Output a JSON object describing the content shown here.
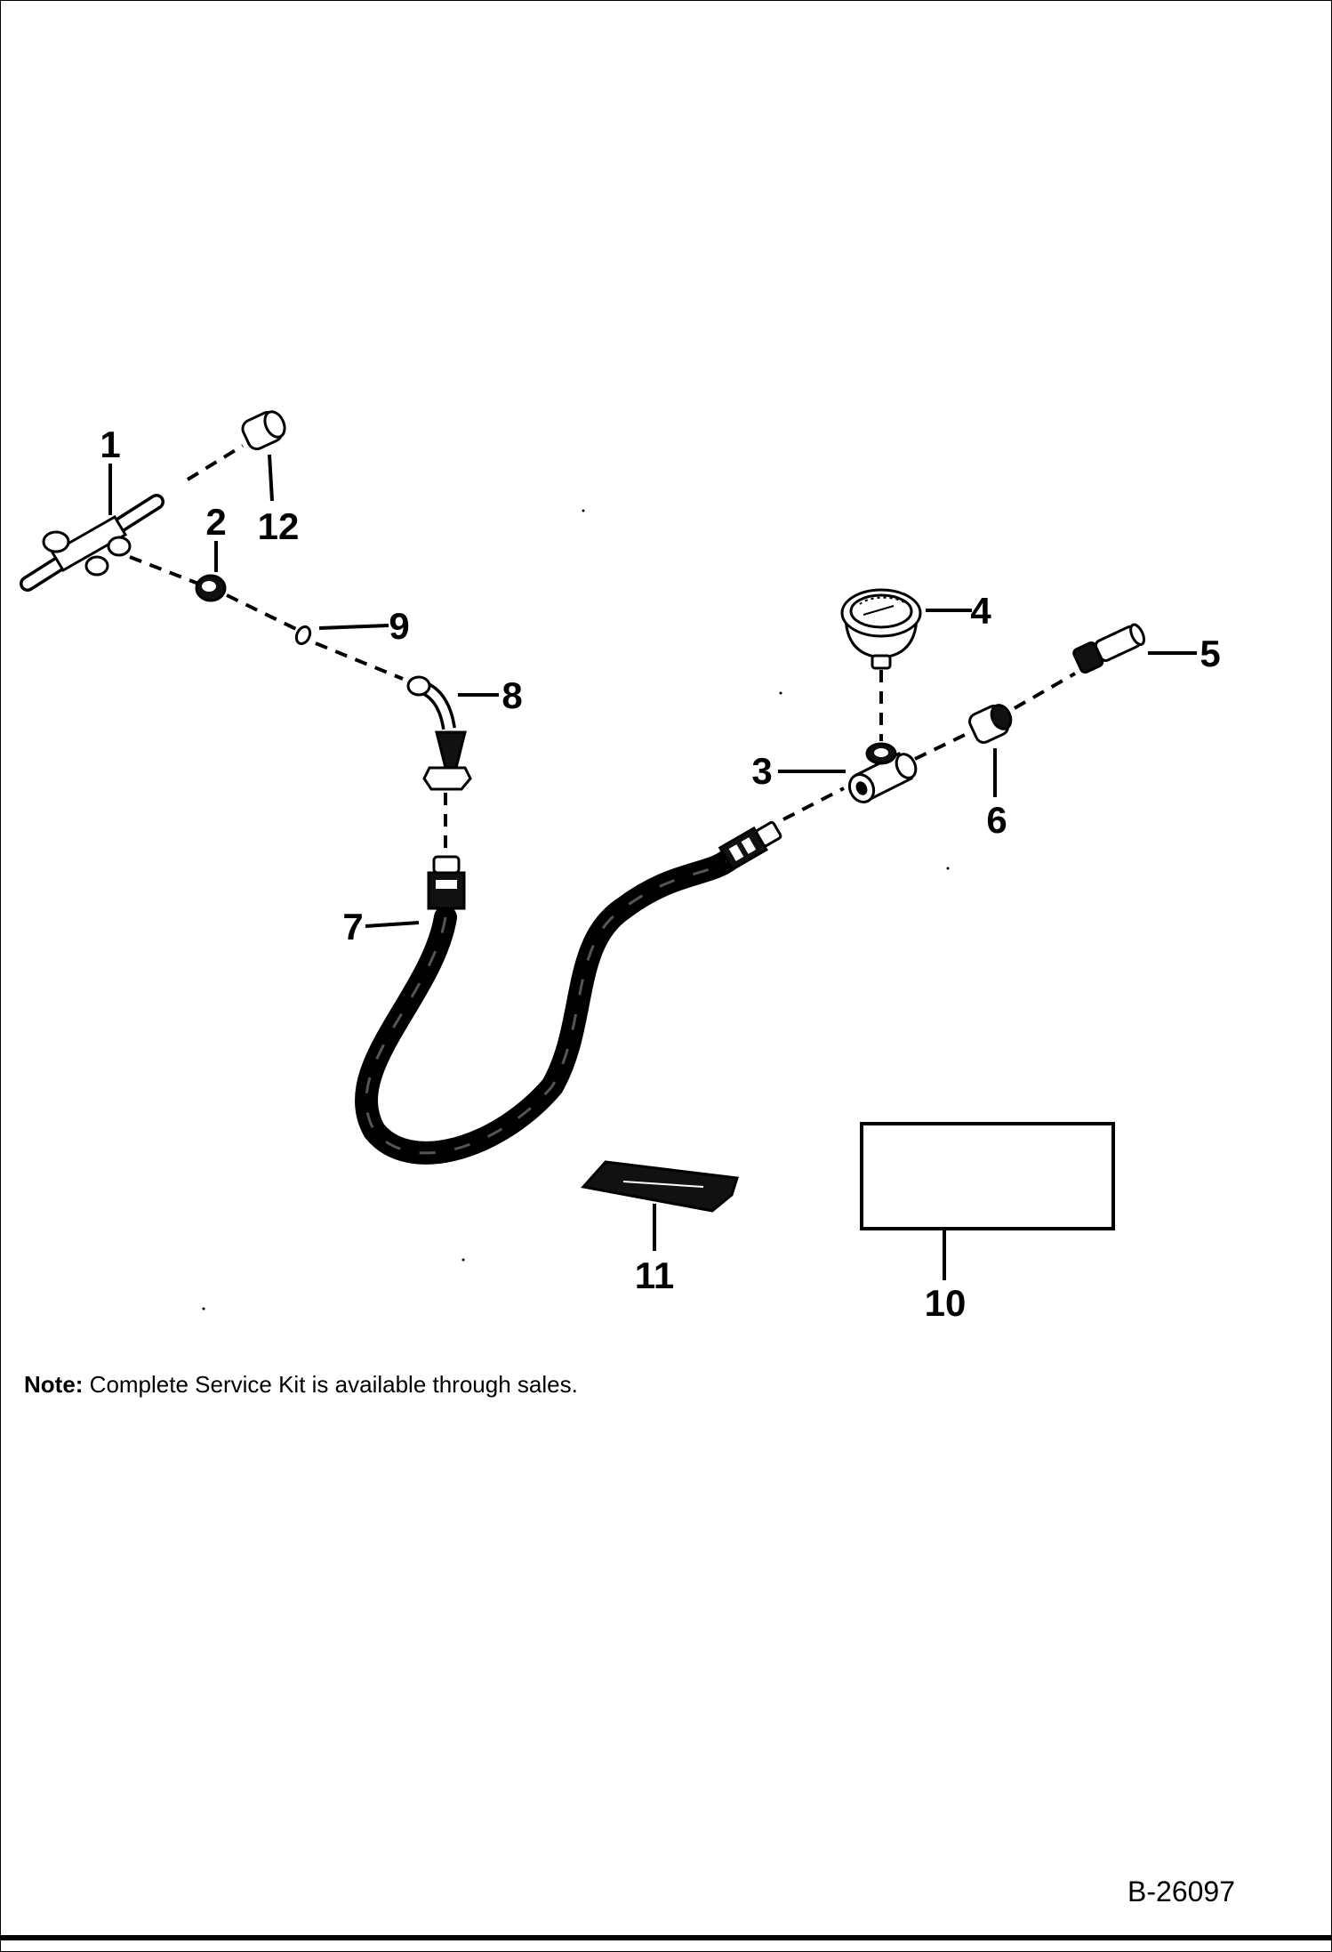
{
  "callouts": {
    "c1": "1",
    "c2": "2",
    "c3": "3",
    "c4": "4",
    "c5": "5",
    "c6": "6",
    "c7": "7",
    "c8": "8",
    "c9": "9",
    "c10": "10",
    "c11": "11",
    "c12": "12"
  },
  "note": {
    "label": "Note:",
    "text": " Complete Service Kit is available through sales."
  },
  "drawing_number": "B-26097"
}
